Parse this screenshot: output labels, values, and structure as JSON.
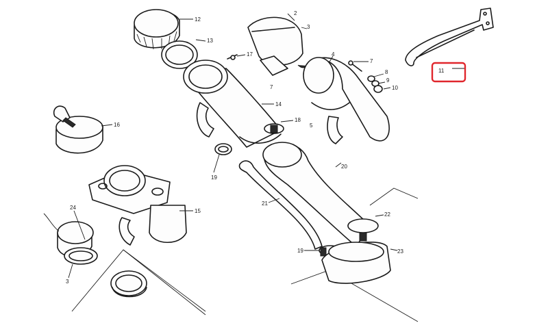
{
  "callouts": [
    {
      "id": "c2",
      "text": "2"
    },
    {
      "id": "c3a",
      "text": "3"
    },
    {
      "id": "c4",
      "text": "4"
    },
    {
      "id": "c5",
      "text": "5"
    },
    {
      "id": "c7a",
      "text": "7"
    },
    {
      "id": "c7b",
      "text": "7"
    },
    {
      "id": "c8",
      "text": "8"
    },
    {
      "id": "c9",
      "text": "9"
    },
    {
      "id": "c10",
      "text": "10"
    },
    {
      "id": "c11",
      "text": "11"
    },
    {
      "id": "c12",
      "text": "12"
    },
    {
      "id": "c13",
      "text": "13"
    },
    {
      "id": "c14",
      "text": "14"
    },
    {
      "id": "c15",
      "text": "15"
    },
    {
      "id": "c16",
      "text": "16"
    },
    {
      "id": "c17",
      "text": "17"
    },
    {
      "id": "c18",
      "text": "18"
    },
    {
      "id": "c19a",
      "text": "19"
    },
    {
      "id": "c19b",
      "text": "19"
    },
    {
      "id": "c20",
      "text": "20"
    },
    {
      "id": "c21",
      "text": "21"
    },
    {
      "id": "c22",
      "text": "22"
    },
    {
      "id": "c23",
      "text": "23"
    },
    {
      "id": "c24",
      "text": "24"
    },
    {
      "id": "c3b",
      "text": "3"
    }
  ],
  "highlight": {
    "target": "11",
    "color": "#e0262c"
  }
}
